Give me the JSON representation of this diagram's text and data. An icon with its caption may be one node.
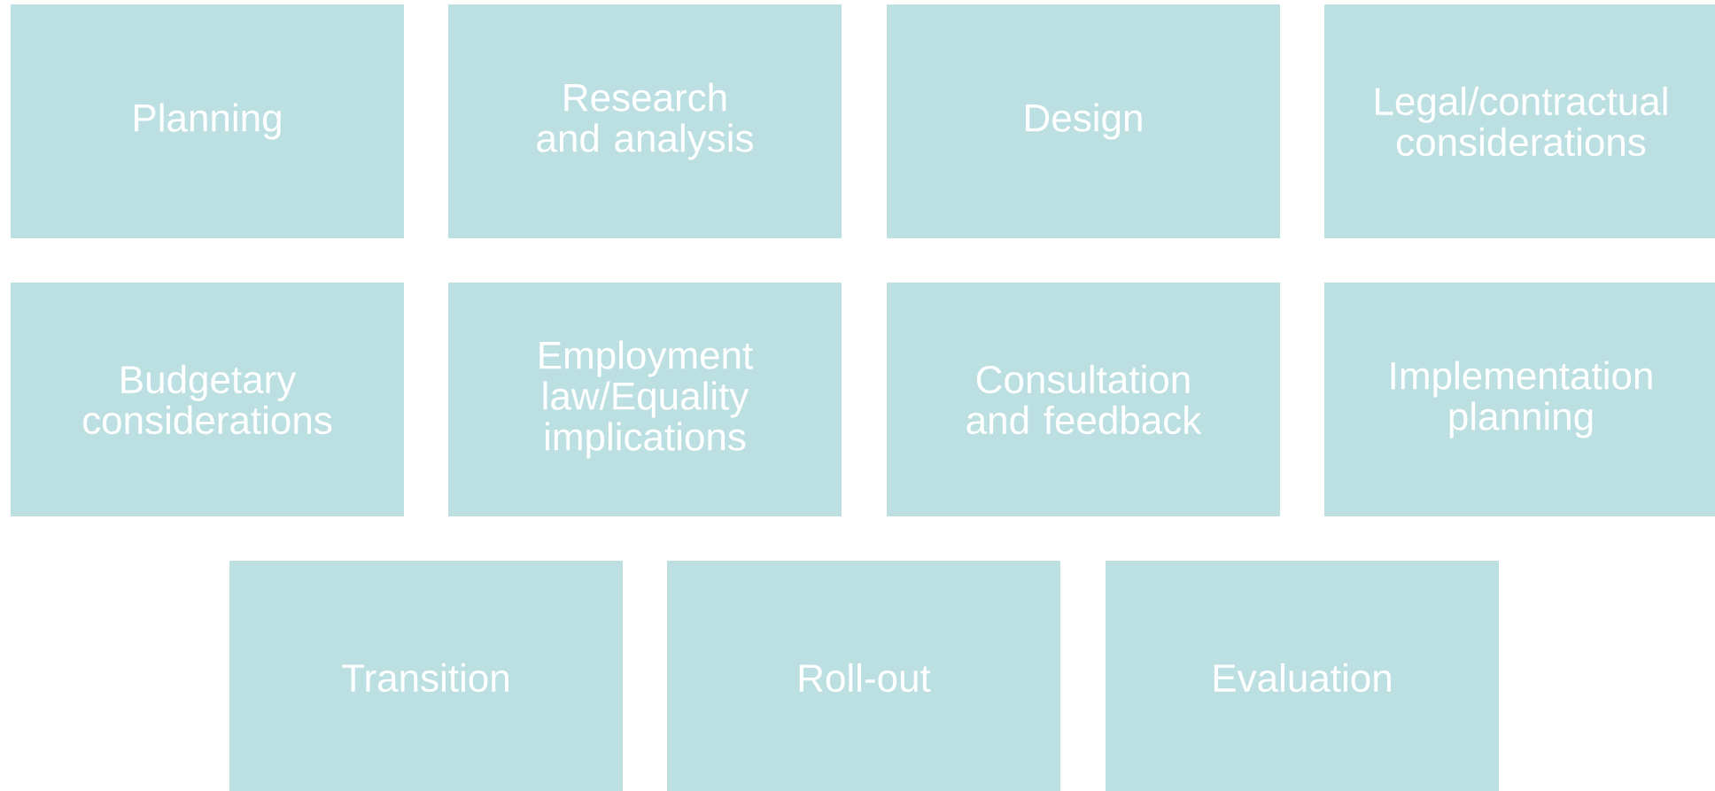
{
  "diagram": {
    "nodes": [
      {
        "text": [
          "Planning"
        ]
      },
      {
        "text": [
          "Research and analysis"
        ]
      },
      {
        "text": [
          "Design"
        ]
      },
      {
        "text": [
          "Legal/contractual considerations"
        ]
      },
      {
        "text": [
          "Budgetary considerations"
        ]
      },
      {
        "text": [
          "Employment law/Equality implications"
        ]
      },
      {
        "text": [
          "Consultation and feedback"
        ]
      },
      {
        "text": [
          "Implementation planning"
        ]
      },
      {
        "text": [
          "Transition"
        ]
      },
      {
        "text": [
          "Roll-out"
        ]
      },
      {
        "text": [
          "Evaluation"
        ]
      }
    ]
  }
}
